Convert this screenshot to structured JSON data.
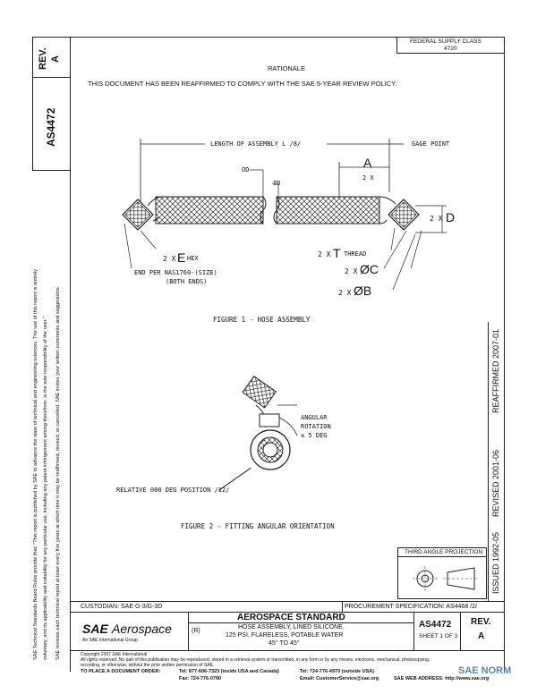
{
  "left_strip": {
    "rev_label": "REV.",
    "rev_value": "A",
    "doc_number": "AS4472",
    "disclaimer_1": "SAE Technical Standards Board Rules provide that: \"This report is published by SAE to advance the state of technical and engineering sciences. The use of this report is entirely",
    "disclaimer_2": "voluntary, and its applicability and suitability for any particular use, including any patent infringement arising therefrom, is the sole responsibility of the user.\"",
    "disclaimer_3": "SAE reviews each technical report at least every five years at which time it may be reaffirmed, revised, or cancelled. SAE invites your written comments and suggestions."
  },
  "header": {
    "federal_supply_class_label": "FEDERAL SUPPLY CLASS",
    "federal_supply_class_value": "4720",
    "rationale_title": "RATIONALE",
    "rationale_text": "THIS DOCUMENT HAS BEEN REAFFIRMED TO COMPLY WITH THE SAE 5-YEAR REVIEW POLICY."
  },
  "figure1": {
    "length_label": "LENGTH OF ASSEMBLY L /8/",
    "gage_point": "GAGE POINT",
    "od": "OD",
    "id": "ID",
    "dim_a": "A",
    "dim_a_qty": "2 X",
    "dim_d_qty": "2 X",
    "dim_d": "D",
    "hex_qty": "2 X",
    "hex_letter": "E",
    "hex_label": "HEX",
    "thread_qty": "2 X",
    "thread_letter": "T",
    "thread_label": "THREAD",
    "dia_c_qty": "2 X",
    "dia_c": "ØC",
    "dia_b_qty": "2 X",
    "dia_b": "ØB",
    "end_note_1": "END PER NAS1760-(SIZE)",
    "end_note_2": "(BOTH ENDS)",
    "caption": "FIGURE 1 - HOSE ASSEMBLY"
  },
  "figure2": {
    "angular_1": "ANGULAR",
    "angular_2": "ROTATION",
    "angular_3": "± 5 DEG",
    "relative_position": "RELATIVE 000 DEG POSITION /12/",
    "caption": "FIGURE 2 - FITTING ANGULAR ORIENTATION"
  },
  "right_strip": {
    "issued": "ISSUED 1992-05",
    "revised": "REVISED 2001-06",
    "reaffirmed": "REAFFIRMED 2007-01"
  },
  "projection": {
    "label": "THIRD ANGLE PROJECTION"
  },
  "title_block": {
    "custodian": "CUSTODIAN:  SAE G-3/G-3D",
    "procurement": "PROCUREMENT SPECIFICATION:  AS4468 /2/",
    "logo_sae": "SAE",
    "logo_aero": "Aerospace",
    "logo_tagline": "An SAE International Group",
    "standard_title": "AEROSPACE STANDARD",
    "r_mark": "(R)",
    "desc_1": "HOSE ASSEMBLY, LINED SILICONE,",
    "desc_2": "125 PSI, FLARELESS, POTABLE WATER",
    "desc_3": "45° TO 45°",
    "doc_number": "AS4472",
    "sheet": "SHEET 1 OF 3",
    "rev_label": "REV.",
    "rev_value": "A"
  },
  "footer": {
    "copyright": "Copyright 2007 SAE International",
    "rights": "All rights reserved. No part of this publication may be reproduced, stored in a retrieval system or transmitted, in any form or by any means, electronic, mechanical, photocopying,",
    "rights_2": "recording, or otherwise, without the prior written permission of SAE.",
    "order_label": "TO PLACE A DOCUMENT ORDER:",
    "tel": "Tel: 877-606-7323 (inside USA and Canada)",
    "tel2": "Tel: 724-776-4970 (outside USA)",
    "fax": "Fax: 724-776-0790",
    "email": "Email: CustomerService@sae.org",
    "web": "SAE WEB ADDRESS: http://www.sae.org",
    "watermark": "SAE NORM"
  }
}
